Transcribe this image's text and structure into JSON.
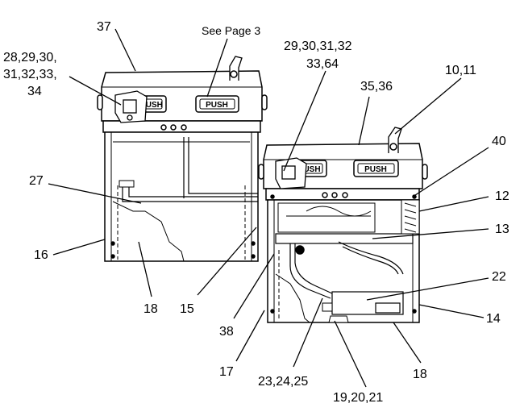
{
  "diagram": {
    "labels": {
      "l37": "37",
      "see_page": "See Page 3",
      "l28_line1": "28,29,30,",
      "l28_line2": "31,32,33,",
      "l28_line3": "34",
      "l29_line1": "29,30,31,32",
      "l29_line2": "33,64",
      "l10": "10,11",
      "l35": "35,36",
      "l40": "40",
      "l12": "12",
      "l13": "13",
      "l27": "27",
      "l16": "16",
      "l22": "22",
      "l14": "14",
      "l18_left": "18",
      "l15": "15",
      "l38": "38",
      "l17": "17",
      "l18_right": "18",
      "l23": "23,24,25",
      "l19": "19,20,21"
    },
    "buttons": {
      "left_push_main": "PUSH",
      "left_push_partial": "PUSH",
      "right_push_main": "PUSH",
      "right_push_partial": "USH"
    }
  }
}
